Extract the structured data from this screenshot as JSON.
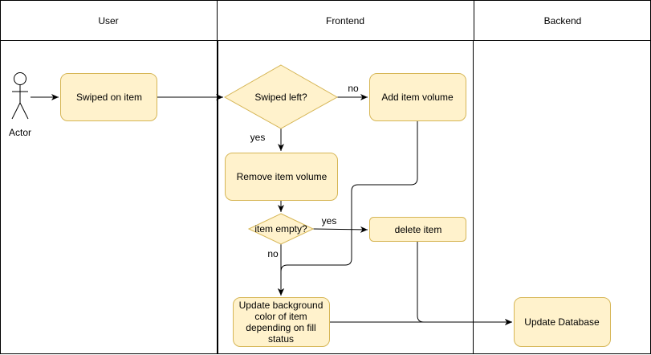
{
  "lanes": {
    "user": "User",
    "frontend": "Frontend",
    "backend": "Backend"
  },
  "actor": {
    "label": "Actor"
  },
  "nodes": {
    "swiped_on_item": "Swiped on item",
    "swiped_left": "Swiped left?",
    "add_item_volume": "Add item volume",
    "remove_item_volume": "Remove item volume",
    "item_empty": "item empty?",
    "delete_item": "delete item",
    "update_background": [
      "Update background",
      "color of item",
      "depending on fill",
      "status"
    ],
    "update_database": "Update Database"
  },
  "edge_labels": {
    "no_1": "no",
    "yes_1": "yes",
    "yes_2": "yes",
    "no_2": "no"
  },
  "colors": {
    "node_fill": "#fff2cc",
    "node_stroke": "#d6b656",
    "line": "#000000",
    "lane_border": "#000000"
  }
}
